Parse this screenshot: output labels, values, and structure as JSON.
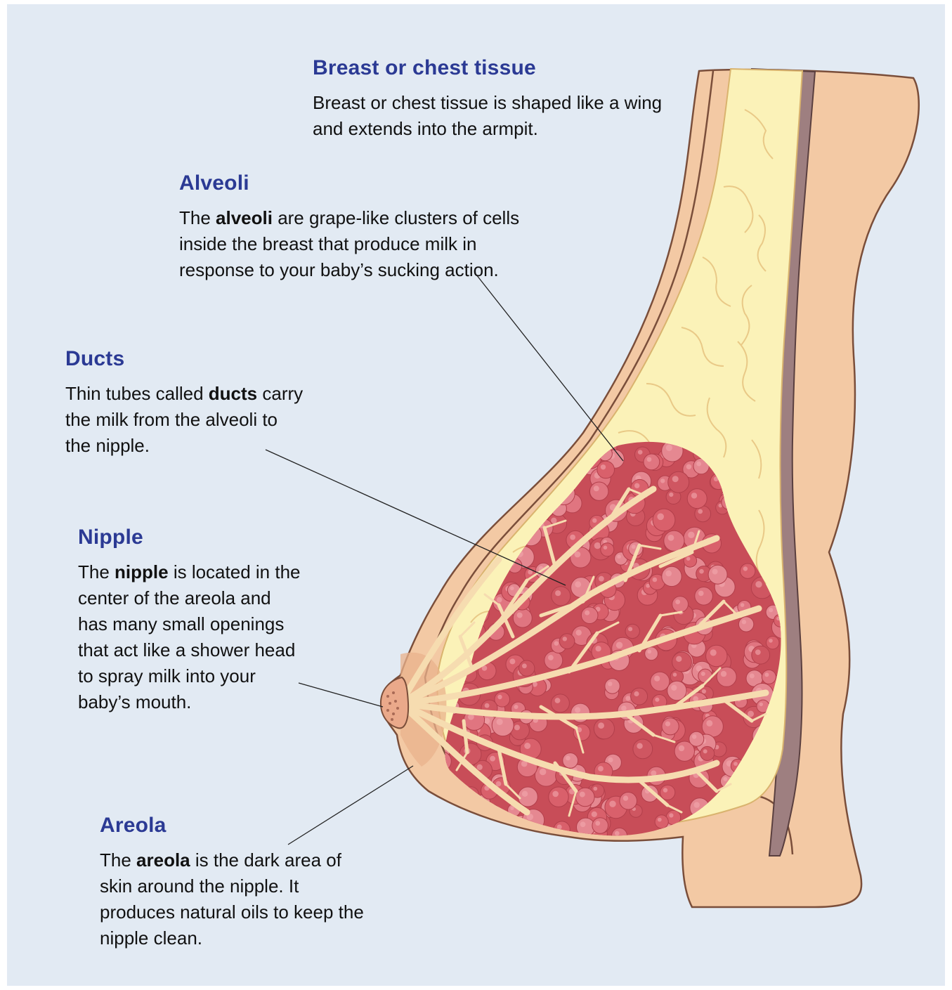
{
  "labels": {
    "breast": {
      "title": "Breast or chest tissue",
      "body": "Breast or chest tissue is shaped like a wing and extends into the armpit."
    },
    "alveoli": {
      "title": "Alveoli",
      "pre": "The ",
      "bold": "alveoli",
      "post": " are grape-like clusters of cells inside the breast that produce milk in response to your baby’s sucking action."
    },
    "ducts": {
      "title": "Ducts",
      "pre": "Thin tubes called ",
      "bold": "ducts",
      "post": " carry the milk from the alveoli to the nipple."
    },
    "nipple": {
      "title": "Nipple",
      "pre": "The ",
      "bold": "nipple",
      "post": " is located in the center of the areola and has many small openings that act like a shower head to spray milk into your baby’s mouth."
    },
    "areola": {
      "title": "Areola",
      "pre": "The ",
      "bold": "areola",
      "post": " is the dark area of skin around the nipple. It produces natural oils to keep the nipple clean."
    }
  },
  "colors": {
    "background": "#e2eaf3",
    "heading": "#2b3a94",
    "skin": "#f3c9a4",
    "fat": "#fbf2b8",
    "alveoli": "#d9606b",
    "ducts": "#f6dcb0",
    "muscle": "#9e7f80"
  }
}
